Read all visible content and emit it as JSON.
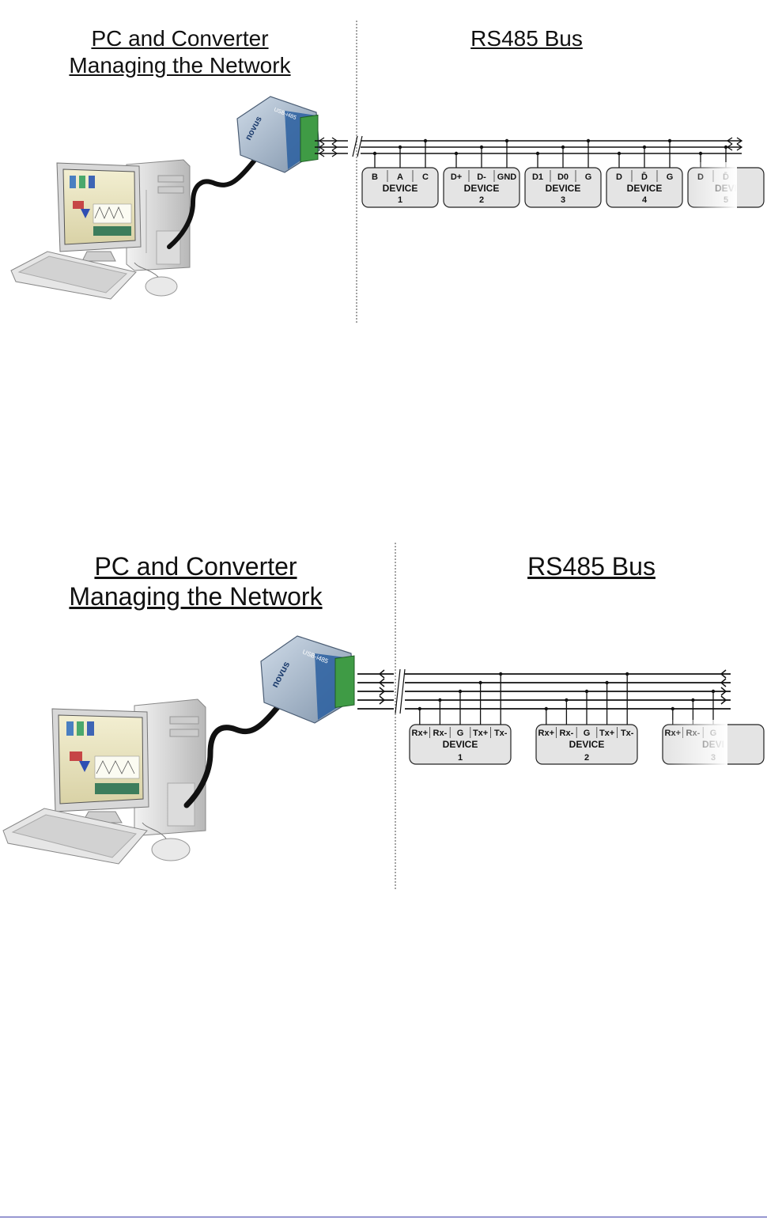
{
  "diagram1": {
    "left_title": [
      "PC and Converter",
      "Managing the Network"
    ],
    "right_title": "RS485 Bus",
    "converter_label": "USB-i485",
    "brand": "novus",
    "devices": [
      {
        "terminals": [
          "B",
          "A",
          "C"
        ],
        "label": "DEVICE",
        "number": "1"
      },
      {
        "terminals": [
          "D+",
          "D-",
          "GND"
        ],
        "label": "DEVICE",
        "number": "2"
      },
      {
        "terminals": [
          "D1",
          "D0",
          "G"
        ],
        "label": "DEVICE",
        "number": "3"
      },
      {
        "terminals": [
          "D",
          "D̄",
          "G"
        ],
        "label": "DEVICE",
        "number": "4"
      },
      {
        "terminals": [
          "D",
          "D̄"
        ],
        "label": "DEVI",
        "number": "5"
      }
    ]
  },
  "diagram2": {
    "left_title": [
      "PC and Converter",
      "Managing the Network"
    ],
    "right_title": "RS485 Bus",
    "converter_label": "USB-i485",
    "brand": "novus",
    "devices": [
      {
        "terminals": [
          "Rx+",
          "Rx-",
          "G",
          "Tx+",
          "Tx-"
        ],
        "label": "DEVICE",
        "number": "1"
      },
      {
        "terminals": [
          "Rx+",
          "Rx-",
          "G",
          "Tx+",
          "Tx-"
        ],
        "label": "DEVICE",
        "number": "2"
      },
      {
        "terminals": [
          "Rx+",
          "Rx-",
          "G"
        ],
        "label": "DEVI",
        "number": "3"
      }
    ]
  },
  "colors": {
    "line": "#111111",
    "device_fill": "#e4e4e4",
    "footer": "#3a3aa8"
  }
}
